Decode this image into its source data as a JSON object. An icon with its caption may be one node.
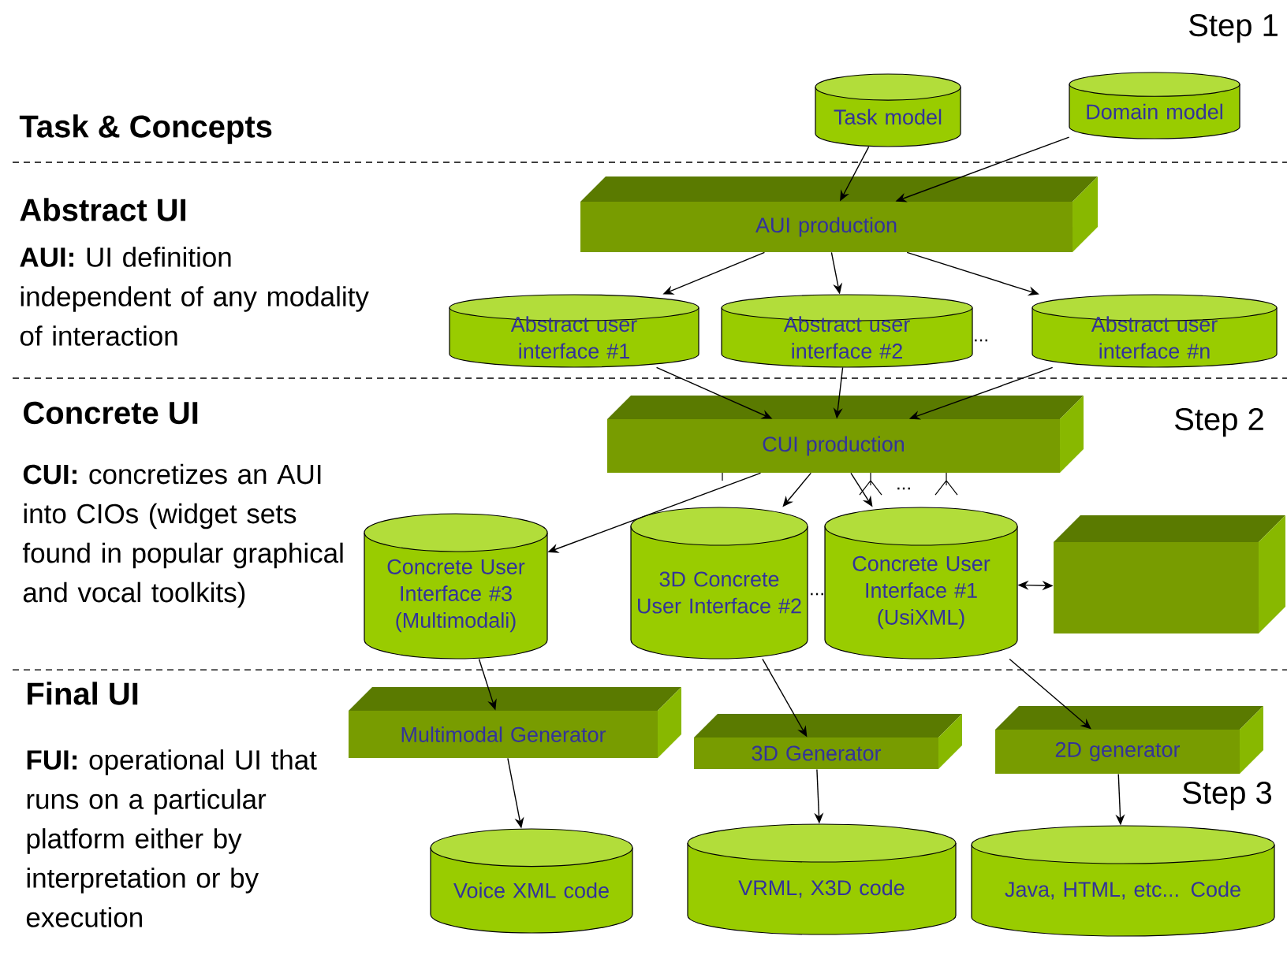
{
  "diagram": {
    "nodes": [
      {
        "text": [
          "Task model"
        ]
      },
      {
        "text": [
          "Domain model"
        ]
      },
      {
        "text": [
          "AUI production"
        ]
      },
      {
        "text": [
          "Abstract user interface #1"
        ]
      },
      {
        "text": [
          "Abstract user interface #2"
        ]
      },
      {
        "text": [
          "Abstract user interface #n"
        ]
      },
      {
        "text": [
          "CUI production"
        ]
      },
      {
        "text": [
          "Concrete User Interface #3 (Multimodali)"
        ]
      },
      {
        "text": [
          "3D Concrete User Interface #2"
        ]
      },
      {
        "text": [
          "Concrete User Interface #1 (UsiXML)"
        ]
      },
      {
        "text": [],
        "shape": "box"
      },
      {
        "text": [
          "Multimodal Generator"
        ]
      },
      {
        "text": [
          "3D Generator"
        ]
      },
      {
        "text": [
          "2D generator"
        ]
      },
      {
        "text": [
          "Voice XML code"
        ]
      },
      {
        "text": [
          "VRML, X3D code"
        ]
      },
      {
        "text": [
          "Java, HTML, etc... Code"
        ]
      }
    ],
    "edges": [
      {
        "from": 0,
        "to": 2,
        "arrow": "to"
      },
      {
        "from": 1,
        "to": 2,
        "arrow": "to"
      },
      {
        "from": 2,
        "to": 3,
        "arrow": "to"
      },
      {
        "from": 2,
        "to": 4,
        "arrow": "to"
      },
      {
        "from": 2,
        "to": 5,
        "arrow": "to"
      },
      {
        "from": 3,
        "to": 6,
        "arrow": "to"
      },
      {
        "from": 4,
        "to": 6,
        "arrow": "to"
      },
      {
        "from": 5,
        "to": 6,
        "arrow": "to"
      },
      {
        "from": 6,
        "to": 7,
        "arrow": "to"
      },
      {
        "from": 6,
        "to": 8,
        "arrow": "to"
      },
      {
        "from": 6,
        "to": 9,
        "arrow": "to"
      },
      {
        "from": 9,
        "to": 10,
        "arrow": "both"
      },
      {
        "from": 7,
        "to": 11,
        "arrow": "to"
      },
      {
        "from": 8,
        "to": 12,
        "arrow": "to"
      },
      {
        "from": 9,
        "to": 13,
        "arrow": "to"
      },
      {
        "from": 11,
        "to": 14,
        "arrow": "to"
      },
      {
        "from": 12,
        "to": 15,
        "arrow": "to"
      },
      {
        "from": 13,
        "to": 16,
        "arrow": "to"
      }
    ],
    "labels": [
      "Step 1",
      "Task & Concepts",
      "Abstract UI",
      "**AUI:** UI definition independent of any modality of interaction",
      "...",
      "Concrete UI",
      "Step 2",
      "**CUI:** concretizes an AUI into CIOs (widget sets found in popular graphical and vocal toolkits)",
      "...",
      "...",
      "Final UI",
      "**FUI:** operational UI that runs on a particular platform either by interpretation or by execution",
      "Step 3"
    ]
  }
}
